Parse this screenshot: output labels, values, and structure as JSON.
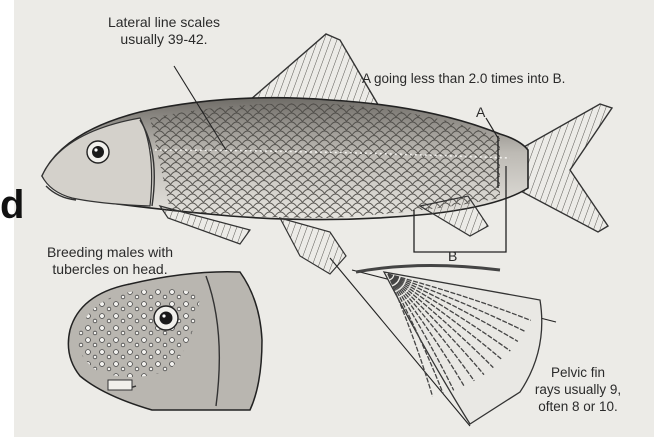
{
  "labels": {
    "lateral_line_1": "Lateral line scales",
    "lateral_line_2": "usually 39-42.",
    "ratio_note": "A going less than 2.0 times into B.",
    "marker_a": "A",
    "marker_b": "B",
    "breeding_1": "Breeding males with",
    "breeding_2": "tubercles on head.",
    "pelvic_1": "Pelvic fin",
    "pelvic_2": "rays usually 9,",
    "pelvic_3": "often 8 or 10."
  },
  "edge_text": "d",
  "colors": {
    "paper": "#ecebe7",
    "ink": "#2a2a2a",
    "body_light": "#d8d5cf",
    "body_dark": "#8a8781"
  }
}
